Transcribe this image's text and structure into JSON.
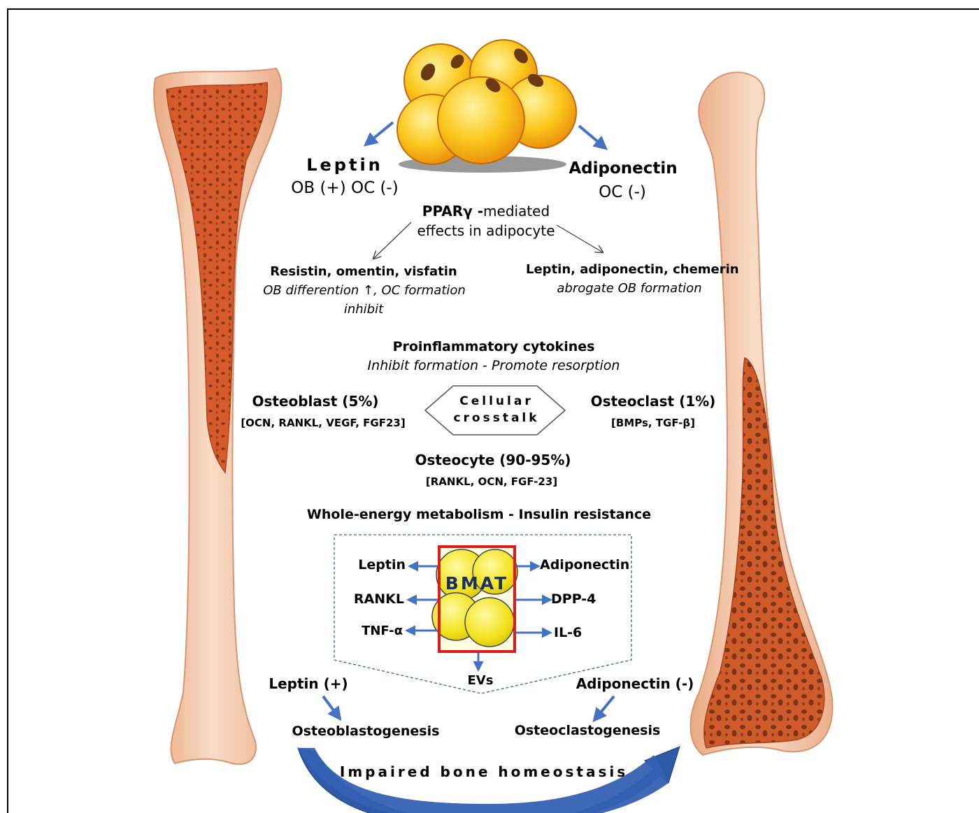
{
  "top": {
    "leptin_title": "Leptin",
    "leptin_effect": "OB (+) OC (-)",
    "adiponectin_title": "Adiponectin",
    "adiponectin_effect": "OC (-)"
  },
  "ppar": {
    "bold": "PPARγ -",
    "rest": "mediated",
    "line2": "effects in adipocyte"
  },
  "left_branch": {
    "title": "Resistin, omentin, visfatin",
    "line1": "OB differention ↑, OC formation",
    "line2": "inhibit"
  },
  "right_branch": {
    "title": "Leptin, adiponectin, chemerin",
    "line1": "abrogate OB formation"
  },
  "cytokines": {
    "title": "Proinflammatory cytokines",
    "subtitle": "Inhibit formation  - Promote resorption"
  },
  "cells": {
    "osteoblast": "Osteoblast (5%)",
    "osteoblast_markers": "[OCN, RANKL, VEGF, FGF23]",
    "osteoclast": "Osteoclast (1%)",
    "osteoclast_markers": "[BMPs, TGF-β]",
    "osteocyte": "Osteocyte (90-95%)",
    "osteocyte_markers": "[RANKL, OCN, FGF-23]",
    "crosstalk_line1": "Cellular",
    "crosstalk_line2": "crosstalk"
  },
  "metabolism": {
    "title": "Whole-energy metabolism - Insulin resistance"
  },
  "bmat": {
    "label": "BMAT",
    "left": [
      "Leptin",
      "RANKL",
      "TNF-α"
    ],
    "right": [
      "Adiponectin",
      "DPP-4",
      "IL-6"
    ],
    "bottom": "EVs"
  },
  "bottom": {
    "leptin": "Leptin (+)",
    "osteoblastogenesis": "Osteoblastogenesis",
    "adiponectin": "Adiponectin (-)",
    "osteoclastogenesis": "Osteoclastogenesis",
    "homeostasis": "Impaired bone homeostasis"
  },
  "colors": {
    "arrow_blue": "#4472c4",
    "big_arrow_blue": "#2f5aa8",
    "bone_outer": "#f4c9a8",
    "bone_marrow": "#d9572a",
    "fat_yellow": "#f8c71a",
    "bmat_border": "#e01b1b"
  }
}
